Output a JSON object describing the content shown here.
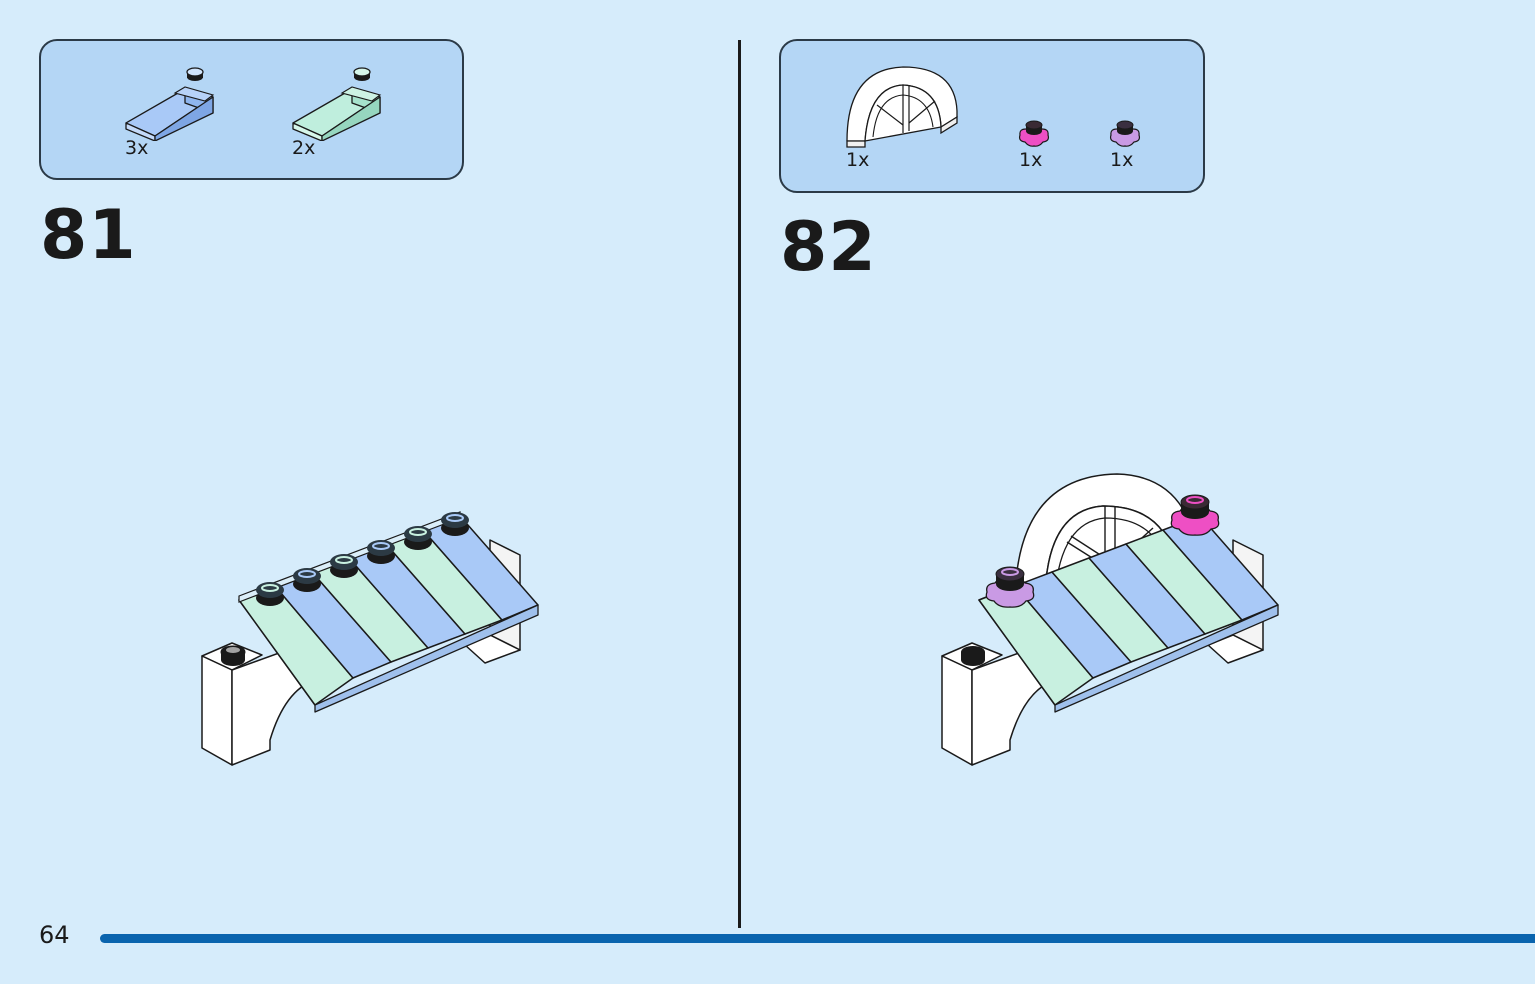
{
  "page": {
    "number": "64"
  },
  "steps": [
    {
      "number": "81",
      "parts": [
        {
          "qty": "3x",
          "icon": "slope-brick-light-blue-icon",
          "color": "#a9c9f7"
        },
        {
          "qty": "2x",
          "icon": "slope-brick-light-aqua-icon",
          "color": "#bfeedd"
        }
      ]
    },
    {
      "number": "82",
      "parts": [
        {
          "qty": "1x",
          "icon": "window-arch-white-icon",
          "color": "#ffffff"
        },
        {
          "qty": "1x",
          "icon": "flower-plate-magenta-icon",
          "color": "#ee4fc4"
        },
        {
          "qty": "1x",
          "icon": "flower-plate-lavender-icon",
          "color": "#c99ae4"
        }
      ]
    }
  ],
  "colors": {
    "background": "#d6ecfb",
    "parts_box": "#b4d6f5",
    "footer_bar": "#0a64ae",
    "brick_white": "#ffffff",
    "brick_light_blue": "#a9c9f7",
    "brick_light_aqua": "#c8f0e0"
  }
}
